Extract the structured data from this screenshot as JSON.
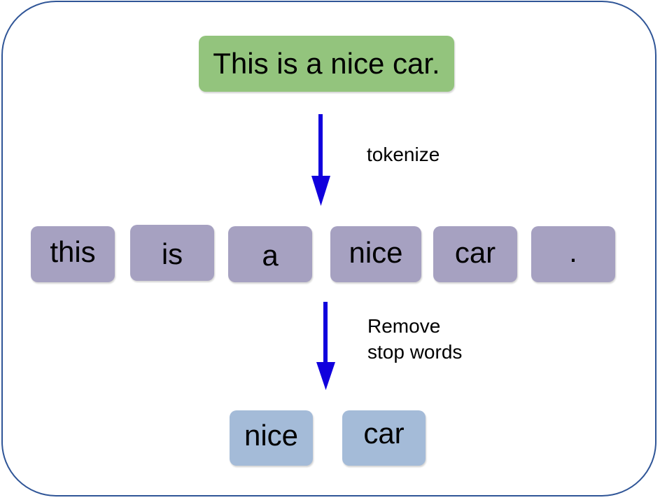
{
  "diagram": {
    "sentence": "This is a nice car.",
    "steps": [
      {
        "label_lines": [
          "tokenize"
        ]
      },
      {
        "label_lines": [
          "Remove",
          "stop words"
        ]
      }
    ],
    "tokens": [
      "this",
      "is",
      "a",
      "nice",
      "car",
      "."
    ],
    "filtered_tokens": [
      "nice",
      "car"
    ],
    "colors": {
      "border": "#2f5597",
      "sentence_fill": "#93c47d",
      "token_fill": "#a6a1c1",
      "result_fill": "#a4bbd8",
      "arrow": "#1100dd"
    }
  }
}
